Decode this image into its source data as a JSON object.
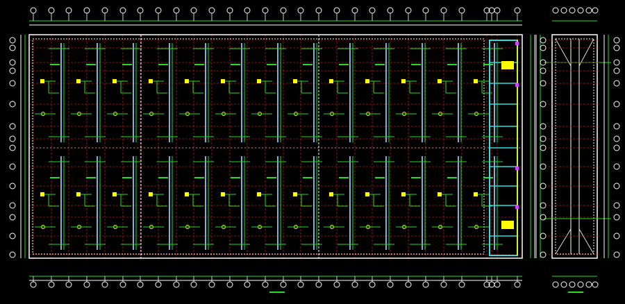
{
  "drawing": {
    "type": "CAD floor plan (plumbing/drainage layout) with side section",
    "background": "#000000",
    "colors": {
      "outline": "#ffffff",
      "grid": "#b01818",
      "pipe": "#22dd22",
      "riser": "#7fb0d8",
      "fixture": "#ffff00",
      "room_wall": "#33dddd",
      "accent": "#cc44ff"
    },
    "plan_bays": 14,
    "plan_rows": 12
  }
}
